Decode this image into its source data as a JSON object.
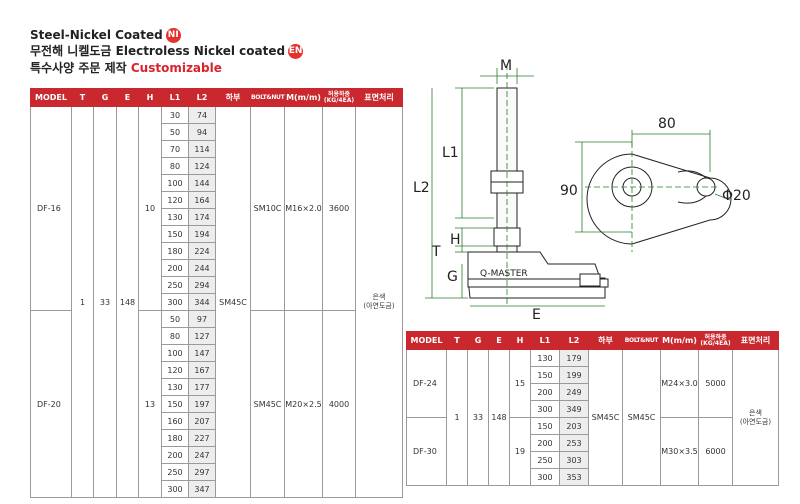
{
  "header": {
    "line1": "Steel-Nickel Coated",
    "line1_badge": "NI",
    "line2": "무전해 니켈도금 Electroless Nickel coated",
    "line2_badge": "EN",
    "line3_prefix": "특수사양 주문 제작 ",
    "line3_highlight": "Customizable"
  },
  "colors": {
    "header_red": "#c8282e",
    "badge_red": "#e3312d"
  },
  "table_headers": {
    "model": "MODEL",
    "t": "T",
    "g": "G",
    "e": "E",
    "h": "H",
    "l1": "L1",
    "l2": "L2",
    "base": "하부",
    "bolt_nut": "BOLT&NUT",
    "m": "M(m/m)",
    "load_line1": "허용하중",
    "load_line2": "(KG/4EA)",
    "surface": "표면처리"
  },
  "table1": {
    "models": [
      {
        "name": "DF-16",
        "h": "10",
        "bolt_nut": "SM10C",
        "m": "M16×2.0",
        "load": "3600",
        "rows": [
          [
            "30",
            "74"
          ],
          [
            "50",
            "94"
          ],
          [
            "70",
            "114"
          ],
          [
            "80",
            "124"
          ],
          [
            "100",
            "144"
          ],
          [
            "120",
            "164"
          ],
          [
            "130",
            "174"
          ],
          [
            "150",
            "194"
          ],
          [
            "180",
            "224"
          ],
          [
            "200",
            "244"
          ],
          [
            "250",
            "294"
          ],
          [
            "300",
            "344"
          ]
        ]
      },
      {
        "name": "DF-20",
        "h": "13",
        "bolt_nut": "SM45C",
        "m": "M20×2.5",
        "load": "4000",
        "rows": [
          [
            "50",
            "97"
          ],
          [
            "80",
            "127"
          ],
          [
            "100",
            "147"
          ],
          [
            "120",
            "167"
          ],
          [
            "130",
            "177"
          ],
          [
            "150",
            "197"
          ],
          [
            "160",
            "207"
          ],
          [
            "180",
            "227"
          ],
          [
            "200",
            "247"
          ],
          [
            "250",
            "297"
          ],
          [
            "300",
            "347"
          ]
        ]
      }
    ],
    "t": "1",
    "g": "33",
    "e": "148",
    "base": "SM45C",
    "surface_line1": "은색",
    "surface_line2": "(아연도금)"
  },
  "table2": {
    "models": [
      {
        "name": "DF-24",
        "h": "15",
        "m": "M24×3.0",
        "load": "5000",
        "rows": [
          [
            "130",
            "179"
          ],
          [
            "150",
            "199"
          ],
          [
            "200",
            "249"
          ],
          [
            "300",
            "349"
          ]
        ]
      },
      {
        "name": "DF-30",
        "h": "19",
        "m": "M30×3.5",
        "load": "6000",
        "rows": [
          [
            "150",
            "203"
          ],
          [
            "200",
            "253"
          ],
          [
            "250",
            "303"
          ],
          [
            "300",
            "353"
          ]
        ]
      }
    ],
    "t": "1",
    "g": "33",
    "e": "148",
    "base": "SM45C",
    "bolt_nut": "SM45C",
    "surface_line1": "은색",
    "surface_line2": "(아연도금)"
  },
  "drawing": {
    "label_m": "M",
    "label_l1": "L1",
    "label_l2": "L2",
    "label_h": "H",
    "label_t": "T",
    "label_g": "G",
    "label_e": "E",
    "base_text": "Q-MASTER",
    "dim_width": "80",
    "dim_height": "90",
    "dim_hole": "Φ20"
  }
}
